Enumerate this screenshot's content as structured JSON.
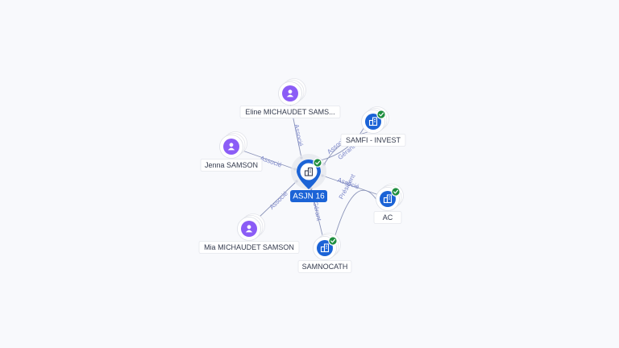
{
  "colors": {
    "background": "#f8f9fc",
    "person": "#8b5cf6",
    "company": "#1b63d6",
    "verified": "#1e8e3e",
    "edge": "#8a93b8",
    "edge_label": "#7b86c9",
    "center_label_bg": "#1b63d6"
  },
  "center": {
    "label": "ASJN 16",
    "icon": "building-icon",
    "verified": true
  },
  "nodes": [
    {
      "id": "eline",
      "label": "Eline MICHAUDET SAMS...",
      "type": "person",
      "icon": "person-icon",
      "verified": false
    },
    {
      "id": "jenna",
      "label": "Jenna SAMSON",
      "type": "person",
      "icon": "person-icon",
      "verified": false
    },
    {
      "id": "mia",
      "label": "Mia MICHAUDET SAMSON",
      "type": "person",
      "icon": "person-icon",
      "verified": false
    },
    {
      "id": "samfi",
      "label": "SAMFI - INVEST",
      "type": "company",
      "icon": "building-icon",
      "verified": true
    },
    {
      "id": "ac",
      "label": "AC",
      "type": "company",
      "icon": "building-icon",
      "verified": true
    },
    {
      "id": "samnocath",
      "label": "SAMNOCATH",
      "type": "company",
      "icon": "building-icon",
      "verified": true
    }
  ],
  "edges": [
    {
      "from": "eline",
      "to": "center",
      "label": "Associé"
    },
    {
      "from": "jenna",
      "to": "center",
      "label": "Associé"
    },
    {
      "from": "mia",
      "to": "center",
      "label": "Associé"
    },
    {
      "from": "samfi",
      "to": "center",
      "label": "Associé"
    },
    {
      "from": "samfi",
      "to": "center",
      "label": "Gérant"
    },
    {
      "from": "ac",
      "to": "center",
      "label": "Associé"
    },
    {
      "from": "samnocath",
      "to": "center",
      "label": "Gérant"
    },
    {
      "from": "ac",
      "to": "samnocath",
      "label": "Président"
    }
  ]
}
